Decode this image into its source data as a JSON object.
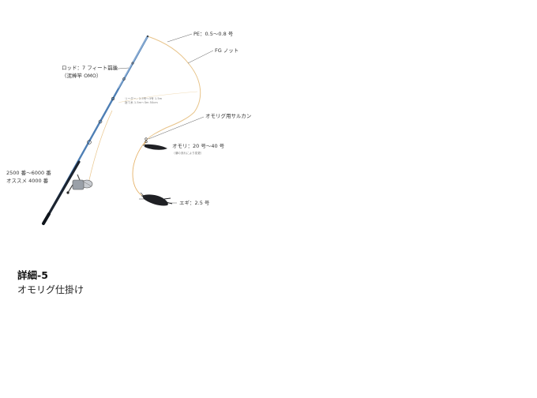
{
  "labels": {
    "pe_line": "PE：0.5〜0.8 号",
    "fg_knot": "FG ノット",
    "rod": "ロッド：7 フィート前後",
    "rod_sub": "（泥棒竿 OMO）",
    "swivel": "オモリグ用サルカン",
    "sinker": "オモリ：20 号〜40 号",
    "sinker_note": "（潮の流れにより変更）",
    "reel": "2500 番〜6000 番",
    "reel_sub": "オススメ 4000 番",
    "egi": "エギ：2.5 号",
    "leader_note1": "リーダー：2.5号〜3号 1.5m",
    "leader_note2": "捨て糸 1.5m〜3m 50cm"
  },
  "caption": {
    "title": "詳細-5",
    "subtitle": "オモリグ仕掛け"
  },
  "colors": {
    "main_line": "#e8c48a",
    "leader": "#e6b36a",
    "rod": "#4e7fb5",
    "rod_dark": "#1c2430",
    "leader_line_text": "#333333"
  }
}
